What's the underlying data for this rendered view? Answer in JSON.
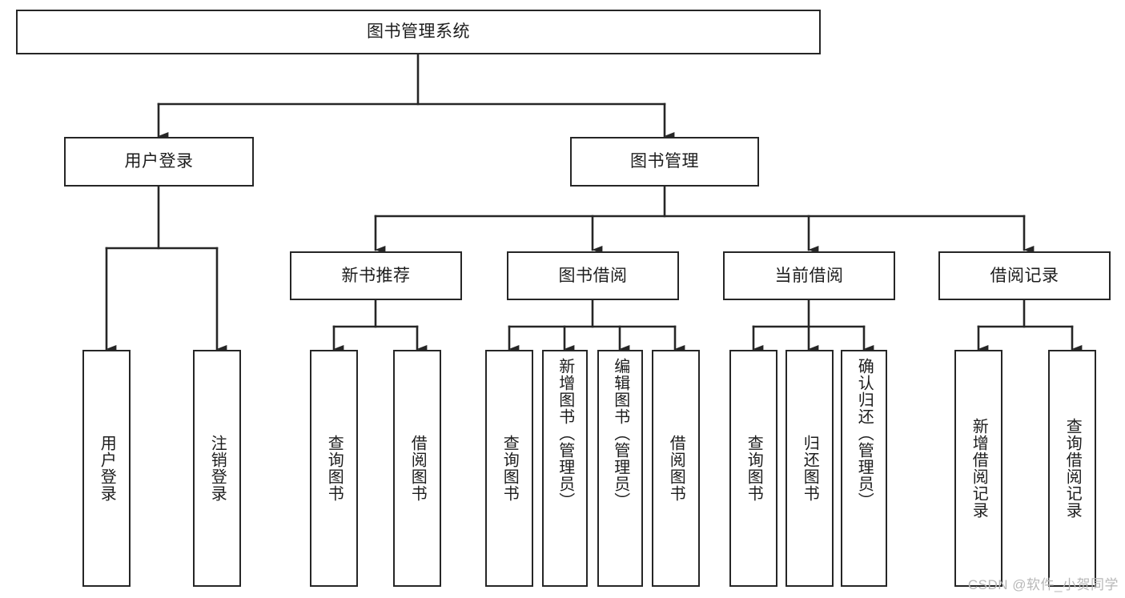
{
  "diagram": {
    "title": "图书管理系统",
    "type": "tree",
    "root": {
      "id": "root",
      "label": "图书管理系统",
      "orientation": "horizontal"
    },
    "level2": [
      {
        "id": "user-login",
        "label": "用户登录",
        "orientation": "horizontal"
      },
      {
        "id": "book-manage",
        "label": "图书管理",
        "orientation": "horizontal"
      }
    ],
    "level3": [
      {
        "id": "new-book-recommend",
        "label": "新书推荐",
        "parent": "book-manage",
        "orientation": "horizontal"
      },
      {
        "id": "book-borrow",
        "label": "图书借阅",
        "parent": "book-manage",
        "orientation": "horizontal"
      },
      {
        "id": "current-borrow",
        "label": "当前借阅",
        "parent": "book-manage",
        "orientation": "horizontal"
      },
      {
        "id": "borrow-record",
        "label": "借阅记录",
        "parent": "book-manage",
        "orientation": "horizontal"
      }
    ],
    "leaves": [
      {
        "id": "leaf-user-login",
        "label": "用户登录",
        "parent": "user-login",
        "orientation": "vertical"
      },
      {
        "id": "leaf-user-logout",
        "label": "注销登录",
        "parent": "user-login",
        "orientation": "vertical"
      },
      {
        "id": "leaf-query-book-1",
        "label": "查询图书",
        "parent": "new-book-recommend",
        "orientation": "vertical"
      },
      {
        "id": "leaf-borrow-book-1",
        "label": "借阅图书",
        "parent": "new-book-recommend",
        "orientation": "vertical"
      },
      {
        "id": "leaf-query-book-2",
        "label": "查询图书",
        "parent": "book-borrow",
        "orientation": "vertical"
      },
      {
        "id": "leaf-add-book",
        "label": "新增图书（管理员）",
        "parent": "book-borrow",
        "orientation": "vertical"
      },
      {
        "id": "leaf-edit-book",
        "label": "编辑图书（管理员）",
        "parent": "book-borrow",
        "orientation": "vertical"
      },
      {
        "id": "leaf-borrow-book-2",
        "label": "借阅图书",
        "parent": "book-borrow",
        "orientation": "vertical"
      },
      {
        "id": "leaf-query-book-3",
        "label": "查询图书",
        "parent": "current-borrow",
        "orientation": "vertical"
      },
      {
        "id": "leaf-return-book",
        "label": "归还图书",
        "parent": "current-borrow",
        "orientation": "vertical"
      },
      {
        "id": "leaf-confirm-return",
        "label": "确认归还（管理员）",
        "parent": "current-borrow",
        "orientation": "vertical"
      },
      {
        "id": "leaf-add-record",
        "label": "新增借阅记录",
        "parent": "borrow-record",
        "orientation": "vertical"
      },
      {
        "id": "leaf-query-record",
        "label": "查询借阅记录",
        "parent": "borrow-record",
        "orientation": "vertical"
      }
    ],
    "colors": {
      "stroke": "#262626",
      "fill": "#ffffff",
      "text": "#1d1d1d",
      "watermark": "#b8b8b8"
    }
  },
  "watermark": {
    "text": "CSDN @软件_小贺同学"
  }
}
